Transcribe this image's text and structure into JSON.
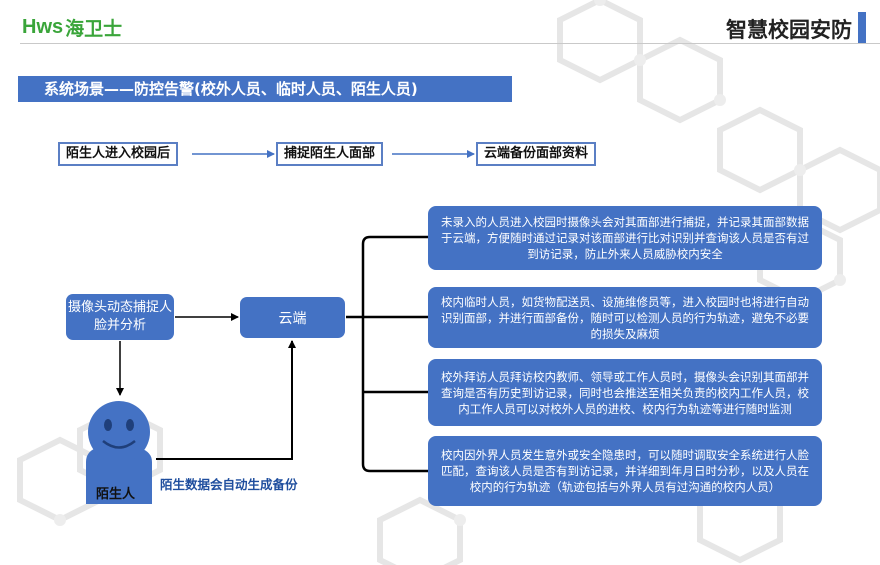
{
  "header": {
    "logo_latin": "Hws",
    "logo_cn": "海卫士",
    "brand_title": "智慧校园安防"
  },
  "section_title": "系统场景——防控告警(校外人员、临时人员、陌生人员)",
  "flow_steps": [
    "陌生人进入校园后",
    "捕捉陌生人面部",
    "云端备份面部资料"
  ],
  "camera_box": "摄像头动态捕捉人脸并分析",
  "cloud_box": "云端",
  "person_label": "陌生人",
  "backup_label": "陌生数据会自动生成备份",
  "info_boxes": [
    "未录入的人员进入校园时摄像头会对其面部进行捕捉，并记录其面部数据于云端，方便随时通过记录对该面部进行比对识别并查询该人员是否有过到访记录，防止外来人员威胁校内安全",
    "校内临时人员，如货物配送员、设施维修员等，进入校园时也将进行自动识别面部，并进行面部备份，随时可以检测人员的行为轨迹，避免不必要的损失及麻烦",
    "校外拜访人员拜访校内教师、领导或工作人员时，摄像头会识别其面部并查询是否有历史到访记录，同时也会推送至相关负责的校内工作人员，校内工作人员可以对校外人员的进校、校内行为轨迹等进行随时监测",
    "校内因外界人员发生意外或安全隐患时，可以随时调取安全系统进行人脸匹配，查询该人员是否有到访记录，并详细到年月日时分秒，以及人员在校内的行为轨迹（轨迹包括与外界人员有过沟通的校内人员）"
  ],
  "colors": {
    "accent_blue": "#4472c4",
    "logo_green": "#3aa53a",
    "face_yellow": "#f3d34a"
  }
}
